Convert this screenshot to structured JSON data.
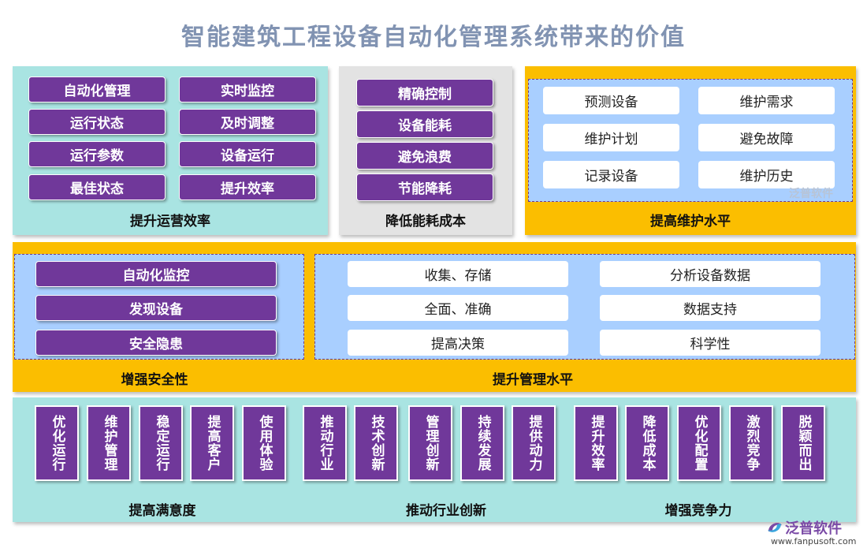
{
  "title": "智能建筑工程设备自动化管理系统带来的价值",
  "panel_ops": {
    "items": [
      "自动化管理",
      "实时监控",
      "运行状态",
      "及时调整",
      "运行参数",
      "设备运行",
      "最佳状态",
      "提升效率"
    ],
    "label": "提升运营效率"
  },
  "panel_energy": {
    "items": [
      "精确控制",
      "设备能耗",
      "避免浪费",
      "节能降耗"
    ],
    "label": "降低能耗成本"
  },
  "panel_maint": {
    "items": [
      "预测设备",
      "维护需求",
      "维护计划",
      "避免故障",
      "记录设备",
      "维护历史"
    ],
    "label": "提高维护水平"
  },
  "panel_safety": {
    "items": [
      "自动化监控",
      "发现设备",
      "安全隐患"
    ],
    "label": "增强安全性"
  },
  "panel_mgmt": {
    "items": [
      "收集、存储",
      "分析设备数据",
      "全面、准确",
      "数据支持",
      "提高决策",
      "科学性"
    ],
    "label": "提升管理水平"
  },
  "bottom": {
    "columns": [
      "优化运行",
      "维护管理",
      "稳定运行",
      "提高客户",
      "使用体验",
      "推动行业",
      "技术创新",
      "管理创新",
      "持续发展",
      "提供动力",
      "提升效率",
      "降低成本",
      "优化配置",
      "激烈竞争",
      "脱颖而出"
    ],
    "labels": [
      "提高满意度",
      "推动行业创新",
      "增强竞争力"
    ]
  },
  "watermark": {
    "small": "泛普软件",
    "brand": "泛普软件",
    "url": "www.fanpusoft.com"
  }
}
